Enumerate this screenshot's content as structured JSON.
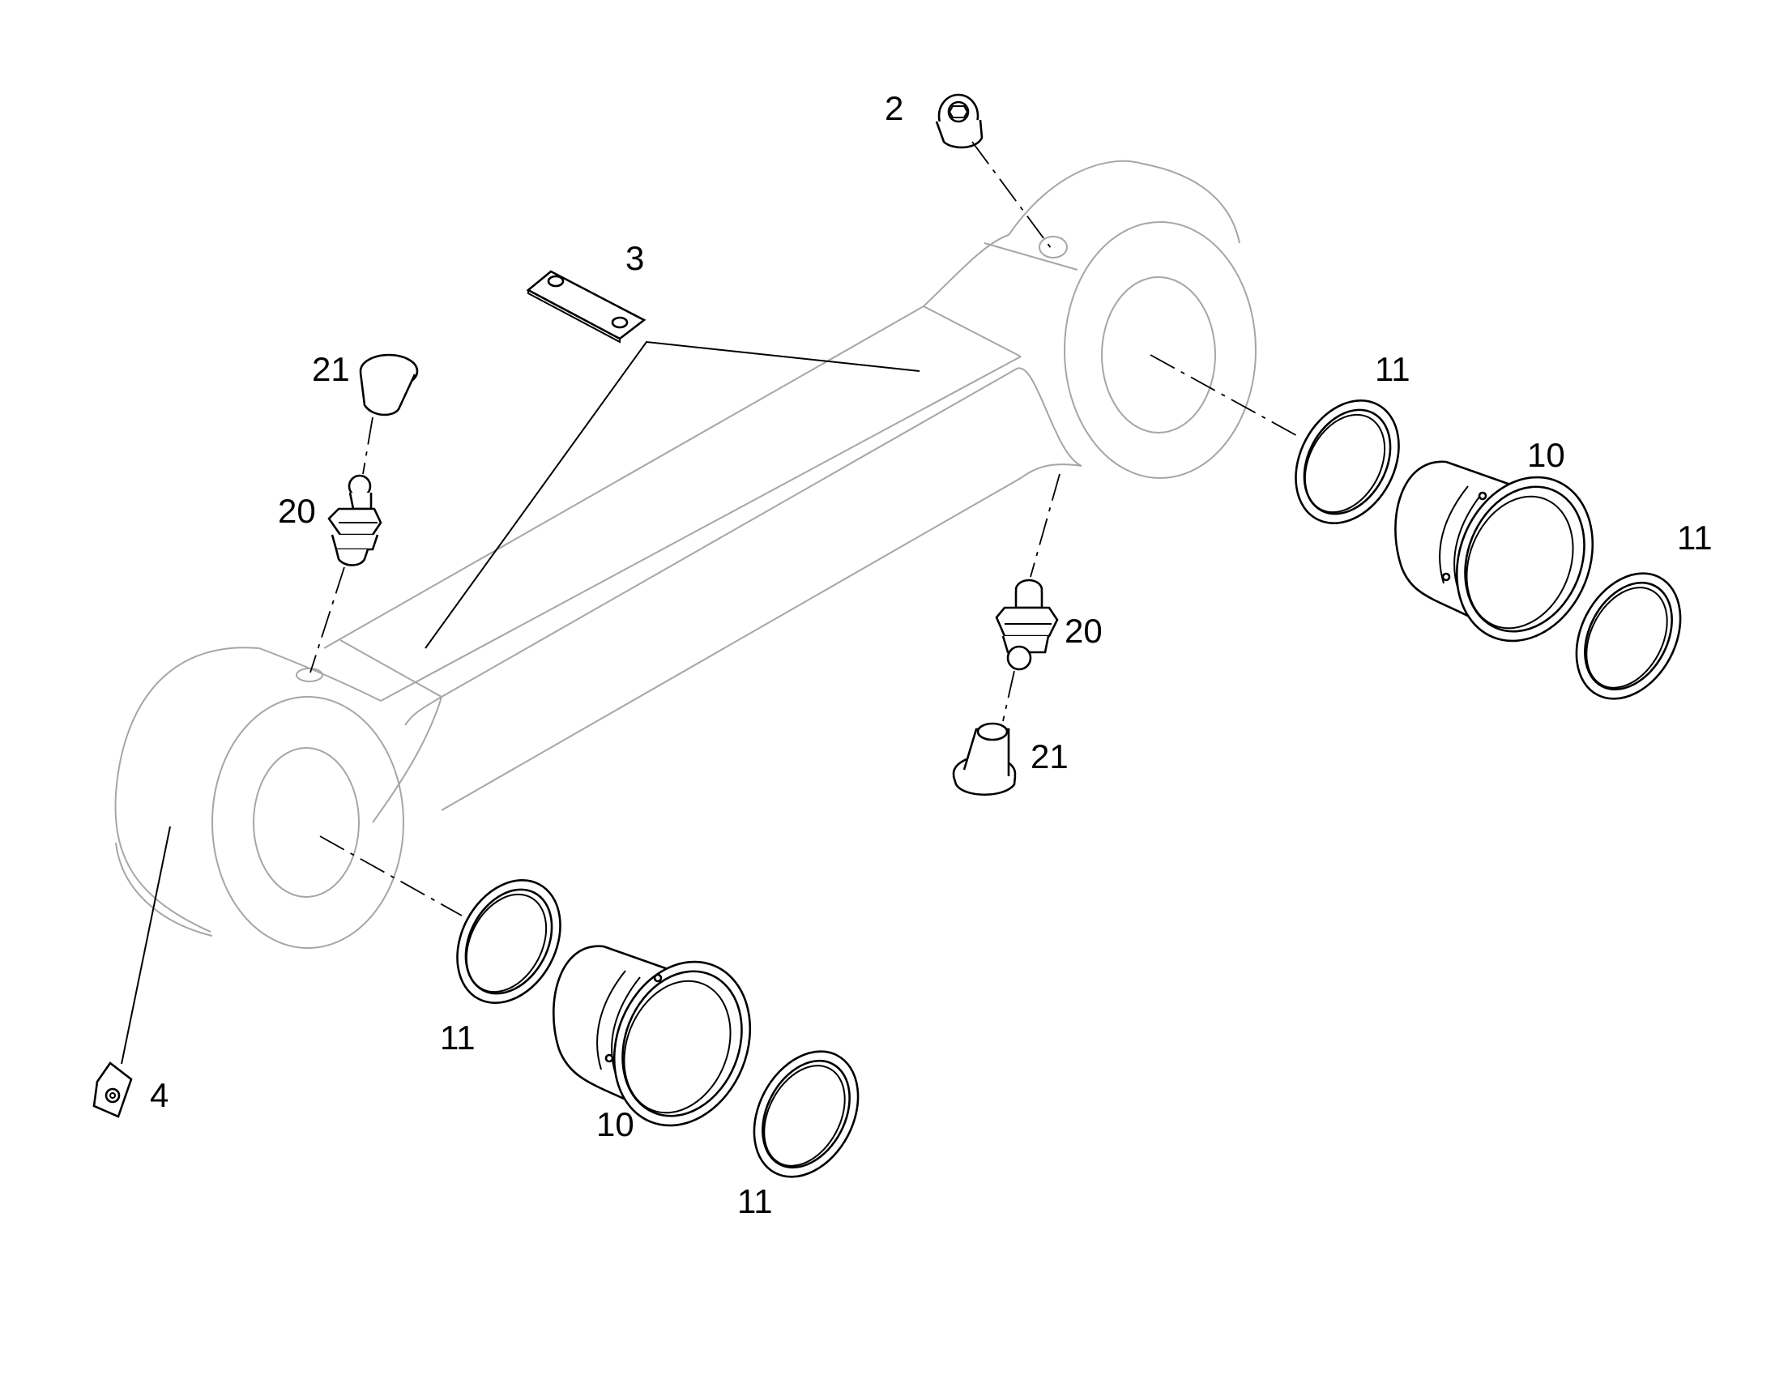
{
  "colors": {
    "background": "#ffffff",
    "ink": "#000000",
    "housing": "#a6a6a6"
  },
  "callouts": {
    "c2": "2",
    "c3": "3",
    "c4": "4",
    "c10_upper": "10",
    "c10_lower": "10",
    "c11_upper_left": "11",
    "c11_upper_right": "11",
    "c11_lower_left": "11",
    "c11_lower_right": "11",
    "c20_left": "20",
    "c20_right": "20",
    "c21_left": "21",
    "c21_right": "21"
  }
}
